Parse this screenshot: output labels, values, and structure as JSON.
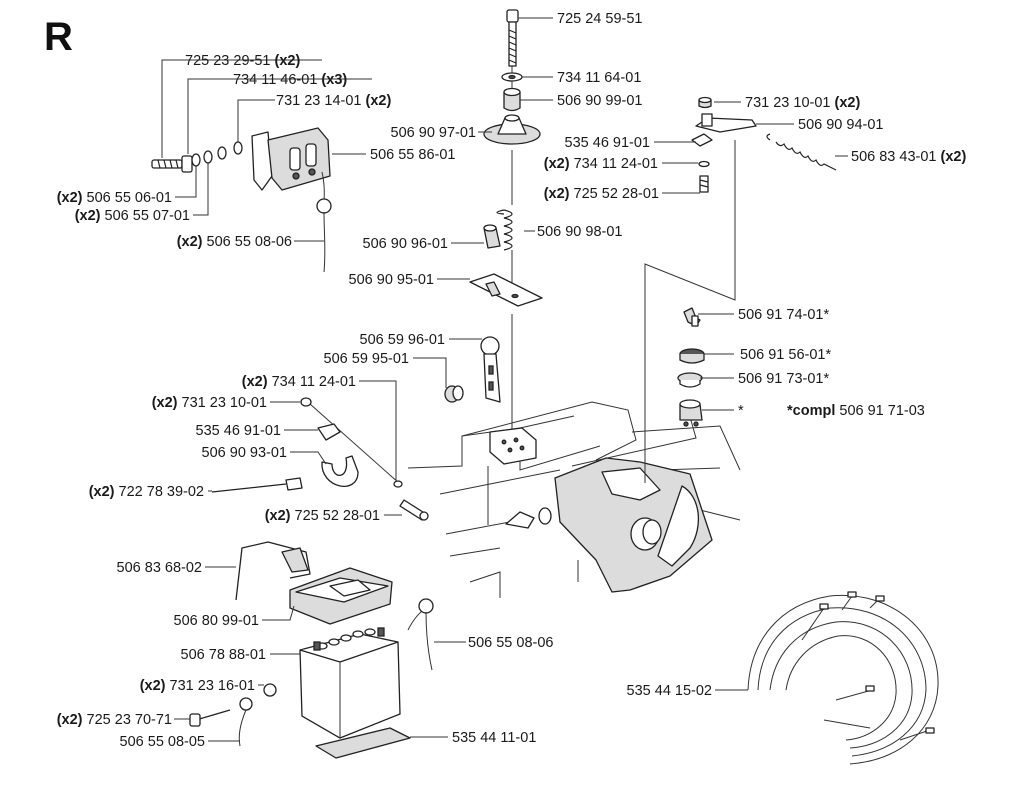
{
  "section_letter": "R",
  "labels": [
    {
      "pre": "",
      "num": "725 24 59-51",
      "suf": ""
    },
    {
      "pre": "",
      "num": "734 11 64-01",
      "suf": ""
    },
    {
      "pre": "",
      "num": "506 90 99-01",
      "suf": ""
    },
    {
      "pre": "",
      "num": "506 90 97-01",
      "suf": ""
    },
    {
      "pre": "",
      "num": "725 23 29-51 ",
      "suf": "(x2)"
    },
    {
      "pre": "",
      "num": "734 11 46-01 ",
      "suf": "(x3)"
    },
    {
      "pre": "",
      "num": "731 23 14-01 ",
      "suf": "(x2)"
    },
    {
      "pre": "",
      "num": "506 55 86-01",
      "suf": ""
    },
    {
      "pre": "(x2) ",
      "num": "506 55 06-01",
      "suf": ""
    },
    {
      "pre": "(x2) ",
      "num": "506 55 07-01",
      "suf": ""
    },
    {
      "pre": "(x2) ",
      "num": "506 55 08-06",
      "suf": ""
    },
    {
      "pre": "",
      "num": "731 23 10-01 ",
      "suf": "(x2)"
    },
    {
      "pre": "",
      "num": "506 90 94-01",
      "suf": ""
    },
    {
      "pre": "",
      "num": "535 46 91-01",
      "suf": ""
    },
    {
      "pre": "",
      "num": "506 83 43-01 ",
      "suf": "(x2)"
    },
    {
      "pre": "(x2) ",
      "num": "734 11 24-01",
      "suf": ""
    },
    {
      "pre": "(x2) ",
      "num": "725 52 28-01",
      "suf": ""
    },
    {
      "pre": "",
      "num": "506 90 98-01",
      "suf": ""
    },
    {
      "pre": "",
      "num": "506 90 96-01",
      "suf": ""
    },
    {
      "pre": "",
      "num": "506 90 95-01",
      "suf": ""
    },
    {
      "pre": "",
      "num": "506 91 74-01*",
      "suf": ""
    },
    {
      "pre": "",
      "num": "506 59 96-01",
      "suf": ""
    },
    {
      "pre": "",
      "num": "506 59 95-01",
      "suf": ""
    },
    {
      "pre": "",
      "num": "506 91 56-01*",
      "suf": ""
    },
    {
      "pre": "",
      "num": "506 91 73-01*",
      "suf": ""
    },
    {
      "pre": "(x2) ",
      "num": "734 11 24-01",
      "suf": ""
    },
    {
      "pre": "(x2) ",
      "num": "731 23 10-01",
      "suf": ""
    },
    {
      "pre": "",
      "num": "*",
      "suf": ""
    },
    {
      "pre": "*compl ",
      "num": "506 91 71-03",
      "suf": ""
    },
    {
      "pre": "",
      "num": "535 46 91-01",
      "suf": ""
    },
    {
      "pre": "",
      "num": "506 90 93-01",
      "suf": ""
    },
    {
      "pre": "(x2) ",
      "num": "722 78 39-02",
      "suf": ""
    },
    {
      "pre": "(x2) ",
      "num": "725 52 28-01",
      "suf": ""
    },
    {
      "pre": "",
      "num": "506 83 68-02",
      "suf": ""
    },
    {
      "pre": "",
      "num": "506 80 99-01",
      "suf": ""
    },
    {
      "pre": "",
      "num": "506 78 88-01",
      "suf": ""
    },
    {
      "pre": "",
      "num": "506 55 08-06",
      "suf": ""
    },
    {
      "pre": "(x2) ",
      "num": "731 23 16-01",
      "suf": ""
    },
    {
      "pre": "",
      "num": "535 44 15-02",
      "suf": ""
    },
    {
      "pre": "(x2) ",
      "num": "725 23 70-71",
      "suf": ""
    },
    {
      "pre": "",
      "num": "506 55 08-05",
      "suf": ""
    },
    {
      "pre": "",
      "num": "535 44 11-01",
      "suf": ""
    }
  ]
}
